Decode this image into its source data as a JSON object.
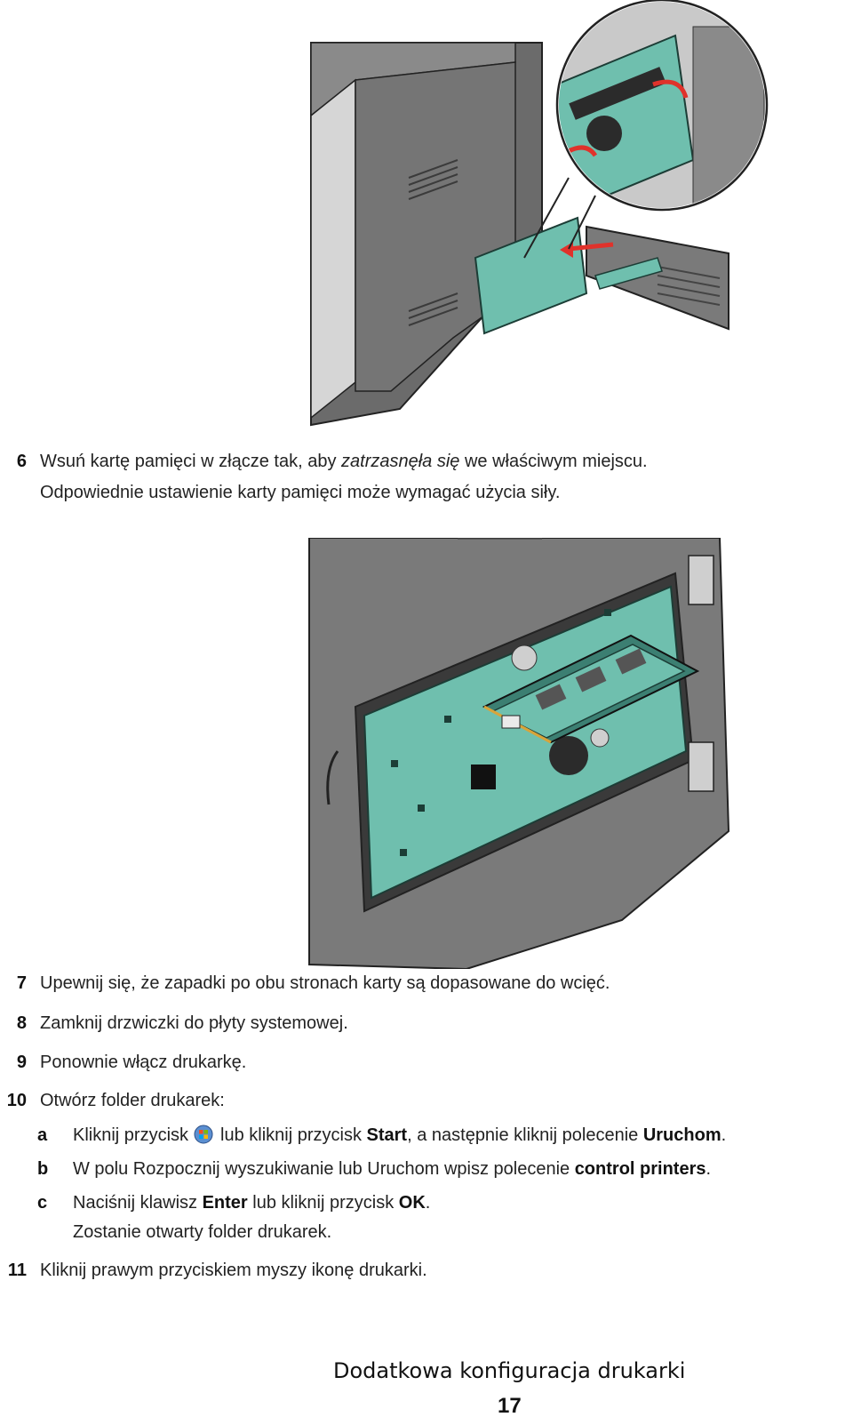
{
  "steps": {
    "s6": {
      "num": "6",
      "line1_a": "Wsuń kartę pamięci w złącze tak, aby ",
      "line1_em": "zatrzasnęła się",
      "line1_b": " we właściwym miejscu.",
      "line2": "Odpowiednie ustawienie karty pamięci może wymagać użycia siły."
    },
    "s7": {
      "num": "7",
      "text": "Upewnij się, że zapadki po obu stronach karty są dopasowane do wcięć."
    },
    "s8": {
      "num": "8",
      "text": "Zamknij drzwiczki do płyty systemowej."
    },
    "s9": {
      "num": "9",
      "text": "Ponownie włącz drukarkę."
    },
    "s10": {
      "num": "10",
      "text": "Otwórz folder drukarek:",
      "a": {
        "letter": "a",
        "t1": "Kliknij przycisk",
        "t2": "lub kliknij przycisk ",
        "b1": "Start",
        "t3": ", a następnie kliknij polecenie ",
        "b2": "Uruchom",
        "t4": "."
      },
      "b": {
        "letter": "b",
        "t1": "W polu Rozpocznij wyszukiwanie lub Uruchom wpisz polecenie ",
        "b1": "control printers",
        "t2": "."
      },
      "c": {
        "letter": "c",
        "t1": "Naciśnij klawisz ",
        "b1": "Enter",
        "t2": " lub kliknij przycisk ",
        "b2": "OK",
        "t3": ".",
        "line2": "Zostanie otwarty folder drukarek."
      }
    },
    "s11": {
      "num": "11",
      "text": "Kliknij prawym przyciskiem myszy ikonę drukarki."
    }
  },
  "footer": {
    "title": "Dodatkowa konfiguracja drukarki",
    "page": "17"
  },
  "colors": {
    "board": "#6fbfae",
    "printer_dark": "#6e6e6e",
    "printer_light": "#d9d9d9",
    "arrow": "#e0322b"
  }
}
